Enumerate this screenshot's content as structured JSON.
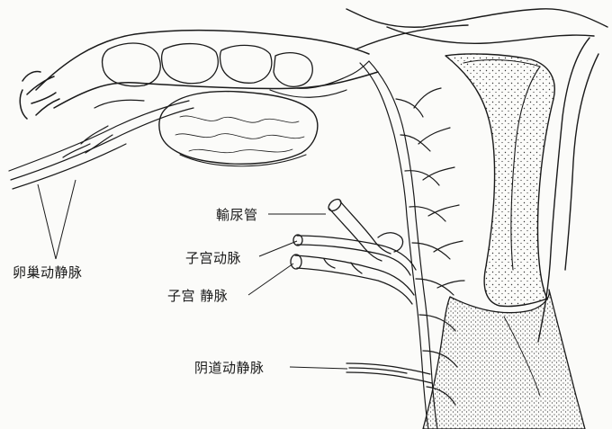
{
  "labels": {
    "ureter": "輸尿管",
    "uterine_artery": "子宫动脉",
    "uterine_vein": "子宫 静脉",
    "ovarian_vessels": "卵巢动静脉",
    "vaginal_vessels": "阴道动静脉"
  },
  "colors": {
    "ink": "#1a1a1a",
    "paper": "#fbfbf9",
    "stipple": "#3a3a3a"
  }
}
